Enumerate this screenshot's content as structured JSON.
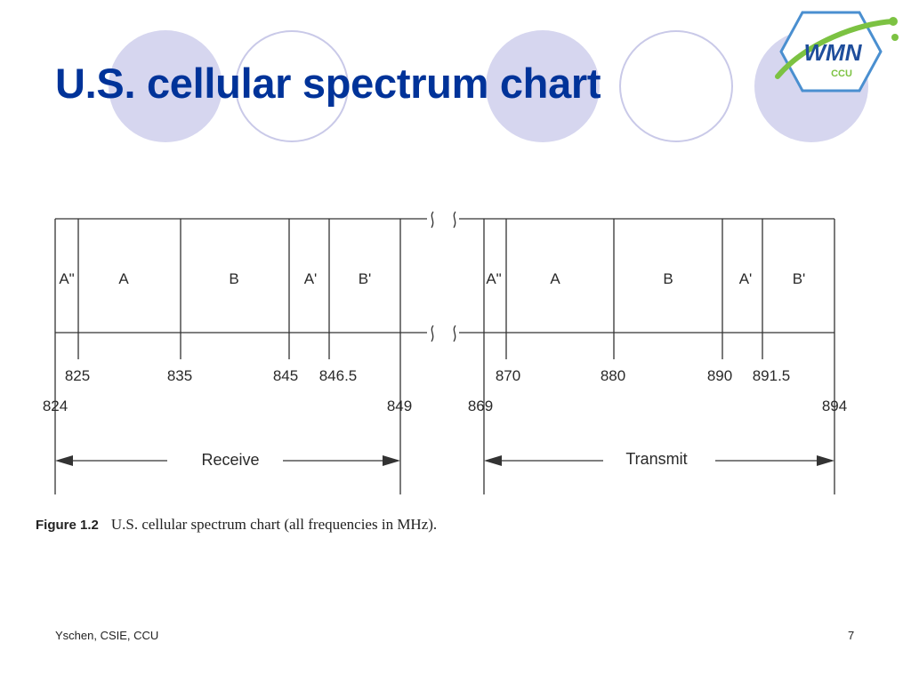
{
  "slide": {
    "title": "U.S. cellular spectrum chart",
    "footer_author": "Yschen, CSIE, CCU",
    "page_number": "7"
  },
  "logo": {
    "text": "WMN",
    "subtext": "CCU"
  },
  "diagram": {
    "receive": {
      "bands": [
        "A\"",
        "A",
        "B",
        "A'",
        "B'"
      ],
      "inner_ticks": [
        "825",
        "835",
        "845",
        "846.5"
      ],
      "edges": [
        "824",
        "849"
      ],
      "label": "Receive"
    },
    "transmit": {
      "bands": [
        "A\"",
        "A",
        "B",
        "A'",
        "B'"
      ],
      "inner_ticks": [
        "870",
        "880",
        "890",
        "891.5"
      ],
      "edges": [
        "869",
        "894"
      ],
      "label": "Transmit"
    }
  },
  "caption": {
    "figure_label": "Figure 1.2",
    "text": "U.S. cellular spectrum chart (all frequencies in MHz)."
  },
  "colors": {
    "title": "#003399",
    "deco_circle": "#d6d6ef",
    "logo_blue": "#1f4e9c",
    "logo_green": "#7cc242"
  }
}
